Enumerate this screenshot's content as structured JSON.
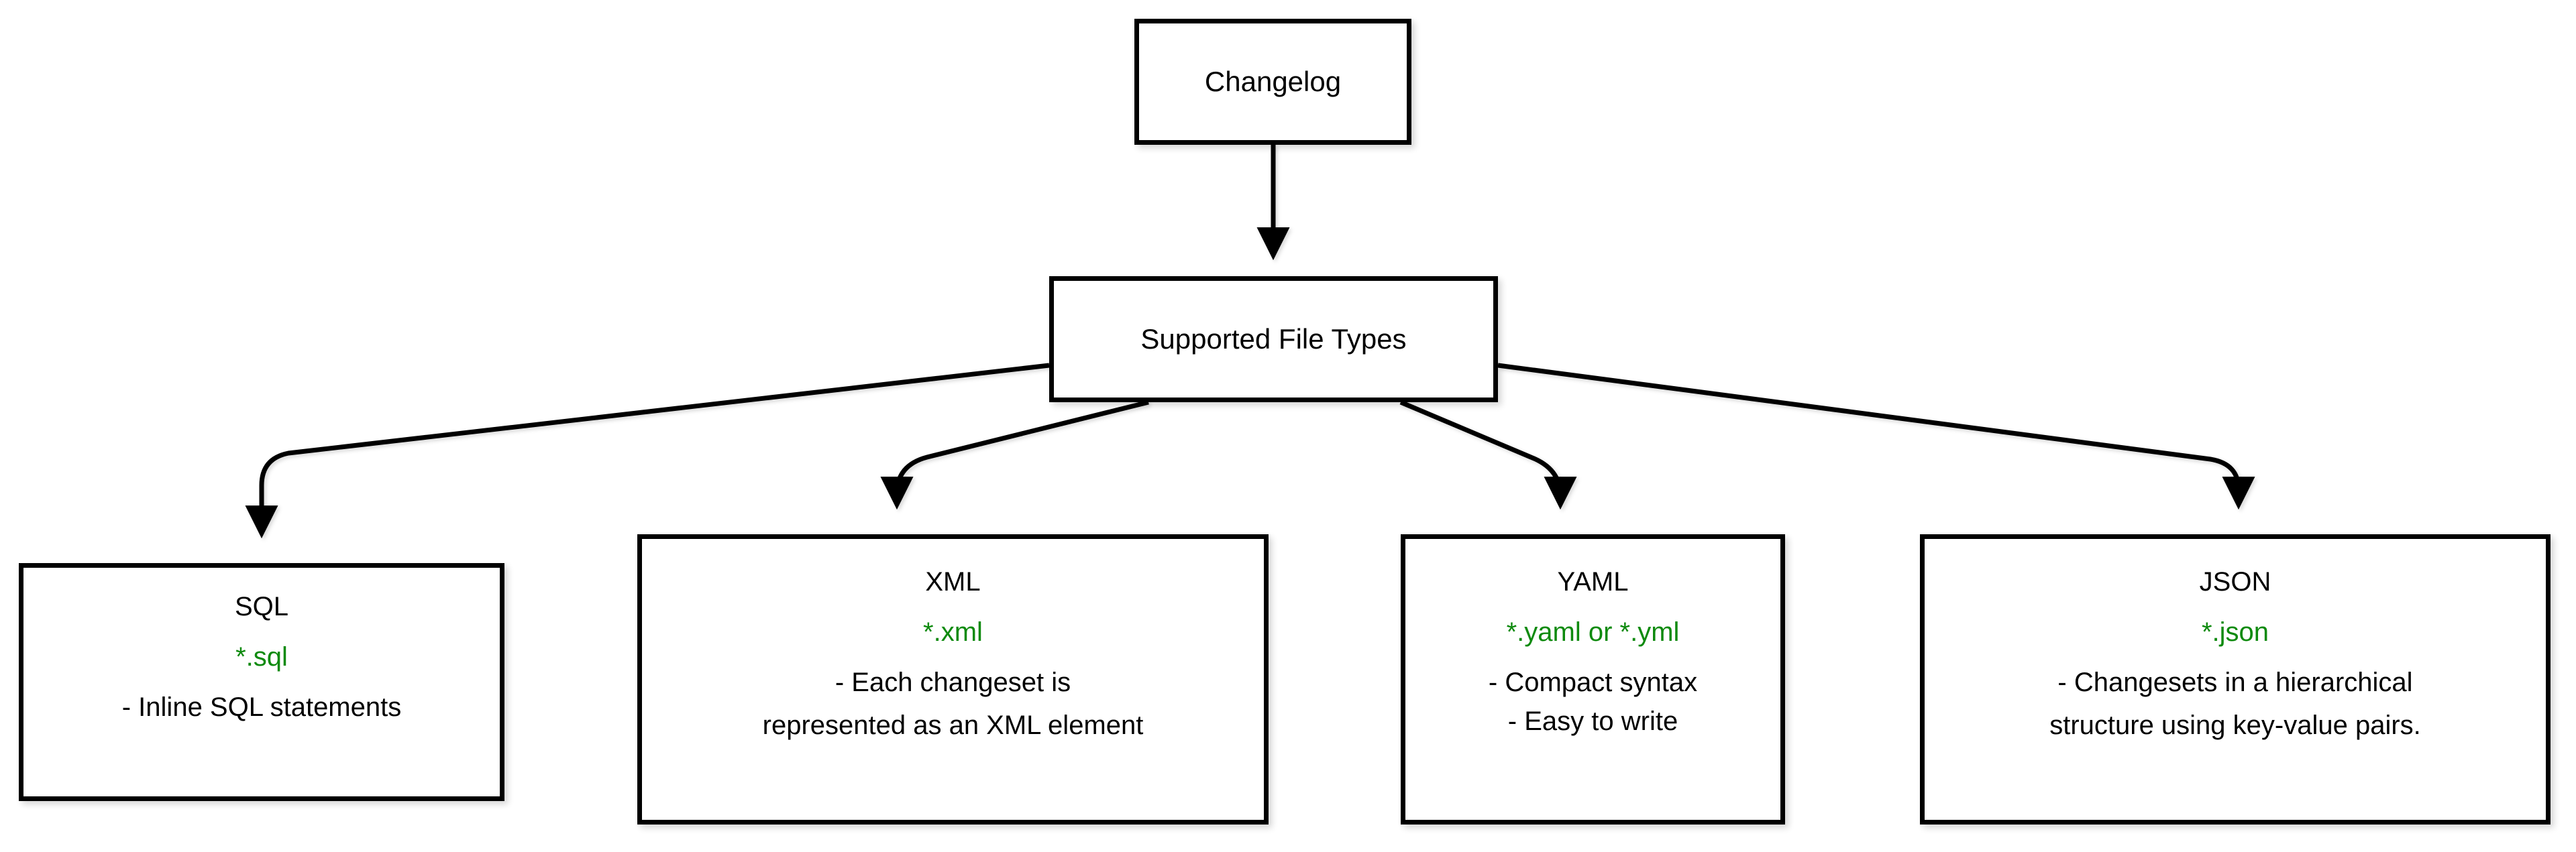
{
  "diagram": {
    "title": "Changelog Supported File Types",
    "type": "flowchart",
    "direction": "top-down",
    "colors": {
      "node_border": "#000000",
      "node_fill": "#ffffff",
      "text": "#000000",
      "extension_text": "#0e8a0e",
      "edge": "#000000",
      "background": "#ffffff"
    },
    "root": {
      "id": "changelog",
      "label": "Changelog"
    },
    "hub": {
      "id": "supported-file-types",
      "label": "Supported File Types"
    },
    "leaves": [
      {
        "id": "sql",
        "title": "SQL",
        "extension": "*.sql",
        "description_lines": [
          "- Inline SQL statements"
        ]
      },
      {
        "id": "xml",
        "title": "XML",
        "extension": "*.xml",
        "description_lines": [
          "- Each changeset is",
          "represented as an XML element"
        ]
      },
      {
        "id": "yaml",
        "title": "YAML",
        "extension": "*.yaml or *.yml",
        "description_lines": [
          "- Compact syntax",
          "- Easy to write"
        ]
      },
      {
        "id": "json",
        "title": "JSON",
        "extension": "*.json",
        "description_lines": [
          "- Changesets in a hierarchical",
          "structure using key-value pairs."
        ]
      }
    ],
    "edges": [
      {
        "from": "changelog",
        "to": "supported-file-types"
      },
      {
        "from": "supported-file-types",
        "to": "sql"
      },
      {
        "from": "supported-file-types",
        "to": "xml"
      },
      {
        "from": "supported-file-types",
        "to": "yaml"
      },
      {
        "from": "supported-file-types",
        "to": "json"
      }
    ]
  }
}
